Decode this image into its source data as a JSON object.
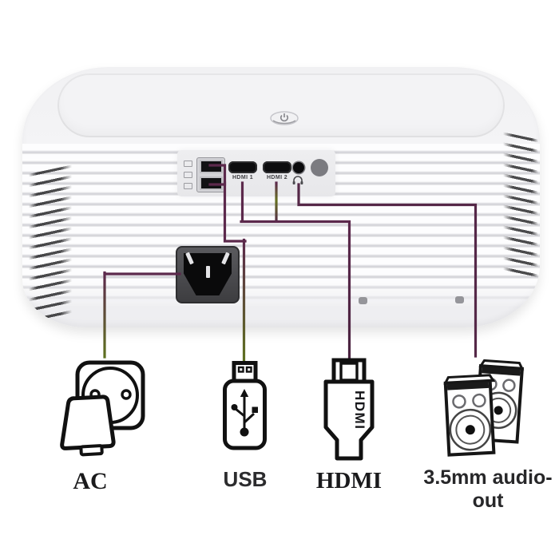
{
  "page": {
    "background": "#ffffff"
  },
  "device": {
    "name": "projector rear view",
    "power_button_icon": "power-icon",
    "rear_ports": {
      "usb_port_icon": "usb-port",
      "hdmi1_label": "HDMI 1",
      "hdmi2_label": "HDMI 2",
      "audio_jack_icon": "headphone-icon",
      "ir_sensor_icon": "ir-sensor-dot",
      "ac_inlet_icon": "ac-power-inlet"
    }
  },
  "callouts": {
    "line_colors": {
      "primary": "#5c294c",
      "secondary": "#5e7120"
    },
    "items": {
      "ac": {
        "label": "AC",
        "icon": "power-plug-socket-icon"
      },
      "usb": {
        "label": "USB",
        "icon": "usb-flash-drive-icon"
      },
      "hdmi": {
        "label": "HDMI",
        "icon": "hdmi-connector-icon",
        "connector_text": "HDMI"
      },
      "audio": {
        "label": "3.5mm audio-out",
        "icon": "speakers-icon"
      }
    }
  }
}
